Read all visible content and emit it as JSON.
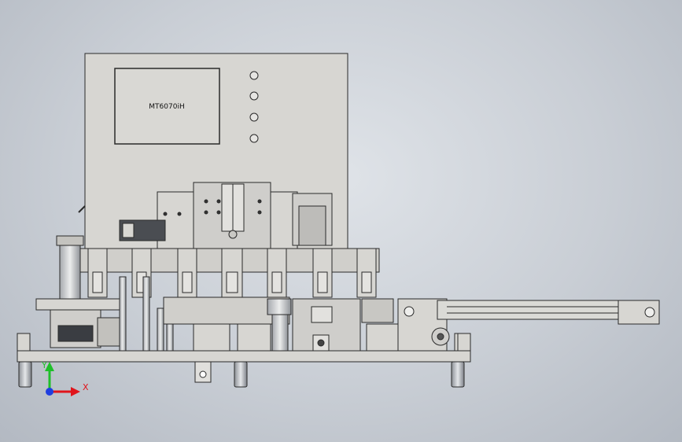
{
  "model": {
    "screen_text": "MT6070iH"
  },
  "triad": {
    "x_label": "X",
    "y_label": "Y",
    "x_color": "#e0141b",
    "y_color": "#1fbf2a",
    "z_color": "#1f3ee0"
  },
  "colors": {
    "body": "#d7d6d2",
    "line": "#2a2a2a",
    "dark": "#3c3f44",
    "background": "#c9ced5"
  }
}
